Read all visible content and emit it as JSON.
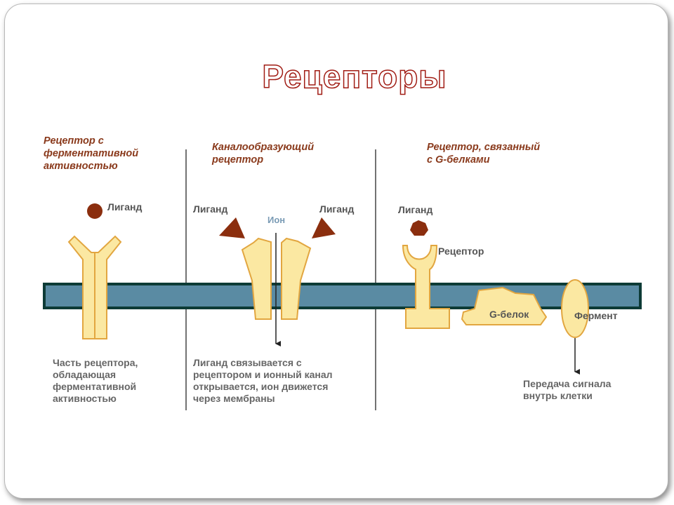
{
  "slide": {
    "title": "Рецепторы"
  },
  "colors": {
    "title": "#a01c14",
    "header_text": "#8a3a1c",
    "membrane_fill": "#5a8ba3",
    "membrane_border": "#0d3b36",
    "receptor_fill": "#fbe8a2",
    "receptor_stroke": "#e2a640",
    "ligand": "#8b2e0e"
  },
  "diagram": {
    "enzymatic": {
      "header": [
        "Рецептор с",
        "ферментативной",
        "активностью"
      ],
      "ligand_label": "Лиганд",
      "caption": [
        "Часть рецептора,",
        "обладающая",
        "ферментативной",
        "активностью"
      ]
    },
    "channel": {
      "header": [
        "Каналообразующий",
        "рецептор"
      ],
      "ligand_left": "Лиганд",
      "ligand_right": "Лиганд",
      "ion_label": "Ион",
      "caption": [
        "Лиганд связывается с",
        "рецептором и ионный канал",
        "открывается, ион движется",
        "через мембраны"
      ]
    },
    "g_protein": {
      "header": [
        "Рецептор, связанный",
        "с G-белками"
      ],
      "ligand_label": "Лиганд",
      "receptor_label": "Рецептор",
      "g_protein_label": "G-белок",
      "enzyme_label": "Фермент",
      "caption": [
        "Передача сигнала",
        "внутрь клетки"
      ]
    }
  }
}
